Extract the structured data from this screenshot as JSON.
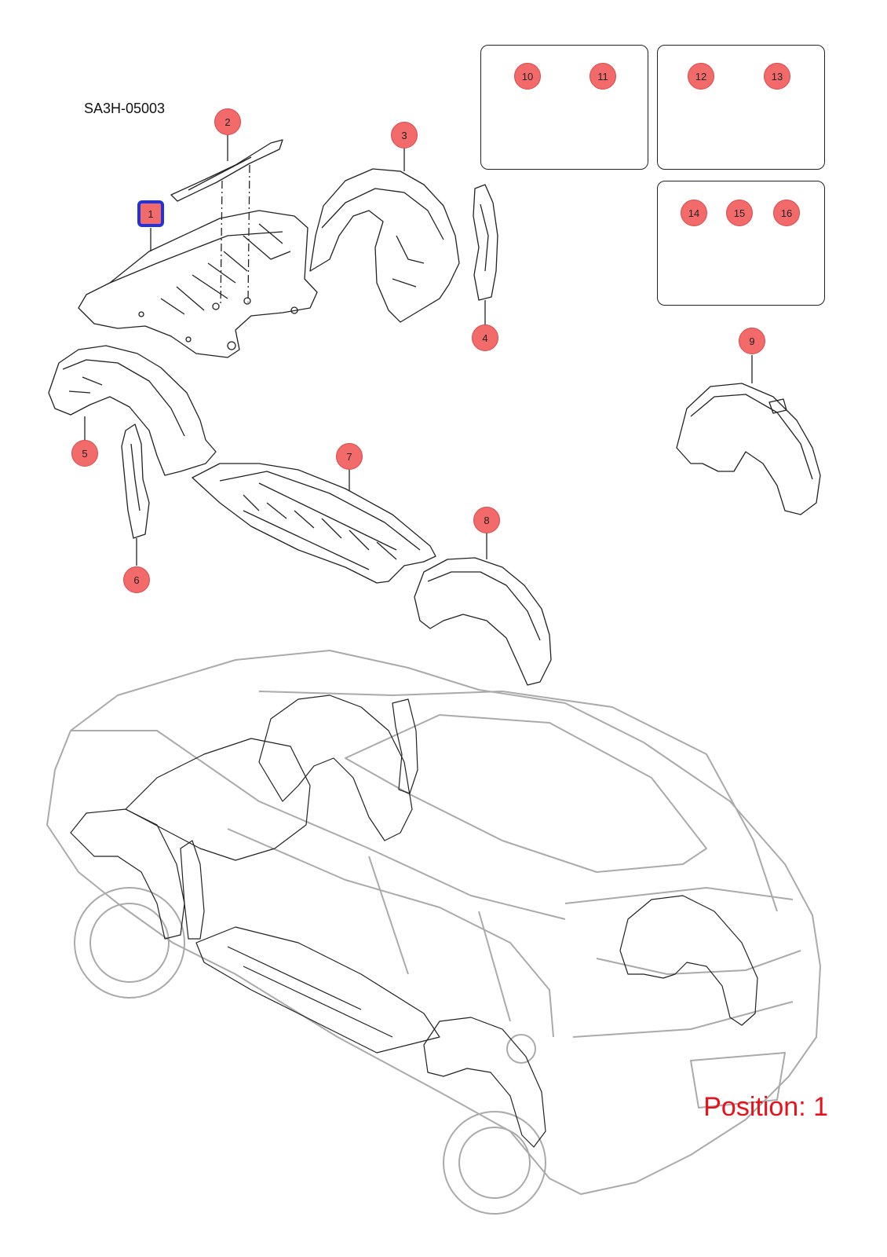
{
  "diagram": {
    "code": "SA3H-05003",
    "position_text": "Position: 1",
    "selected": "1",
    "colors": {
      "callout_fill": "#f26a6a",
      "selected_border": "#1f34e0",
      "position_text": "#e8121a"
    },
    "callouts": [
      {
        "id": "1",
        "label": "1"
      },
      {
        "id": "2",
        "label": "2"
      },
      {
        "id": "3",
        "label": "3"
      },
      {
        "id": "4",
        "label": "4"
      },
      {
        "id": "5",
        "label": "5"
      },
      {
        "id": "6",
        "label": "6"
      },
      {
        "id": "7",
        "label": "7"
      },
      {
        "id": "8",
        "label": "8"
      },
      {
        "id": "9",
        "label": "9"
      },
      {
        "id": "10",
        "label": "10"
      },
      {
        "id": "11",
        "label": "11"
      },
      {
        "id": "12",
        "label": "12"
      },
      {
        "id": "13",
        "label": "13"
      },
      {
        "id": "14",
        "label": "14"
      },
      {
        "id": "15",
        "label": "15"
      },
      {
        "id": "16",
        "label": "16"
      }
    ]
  }
}
